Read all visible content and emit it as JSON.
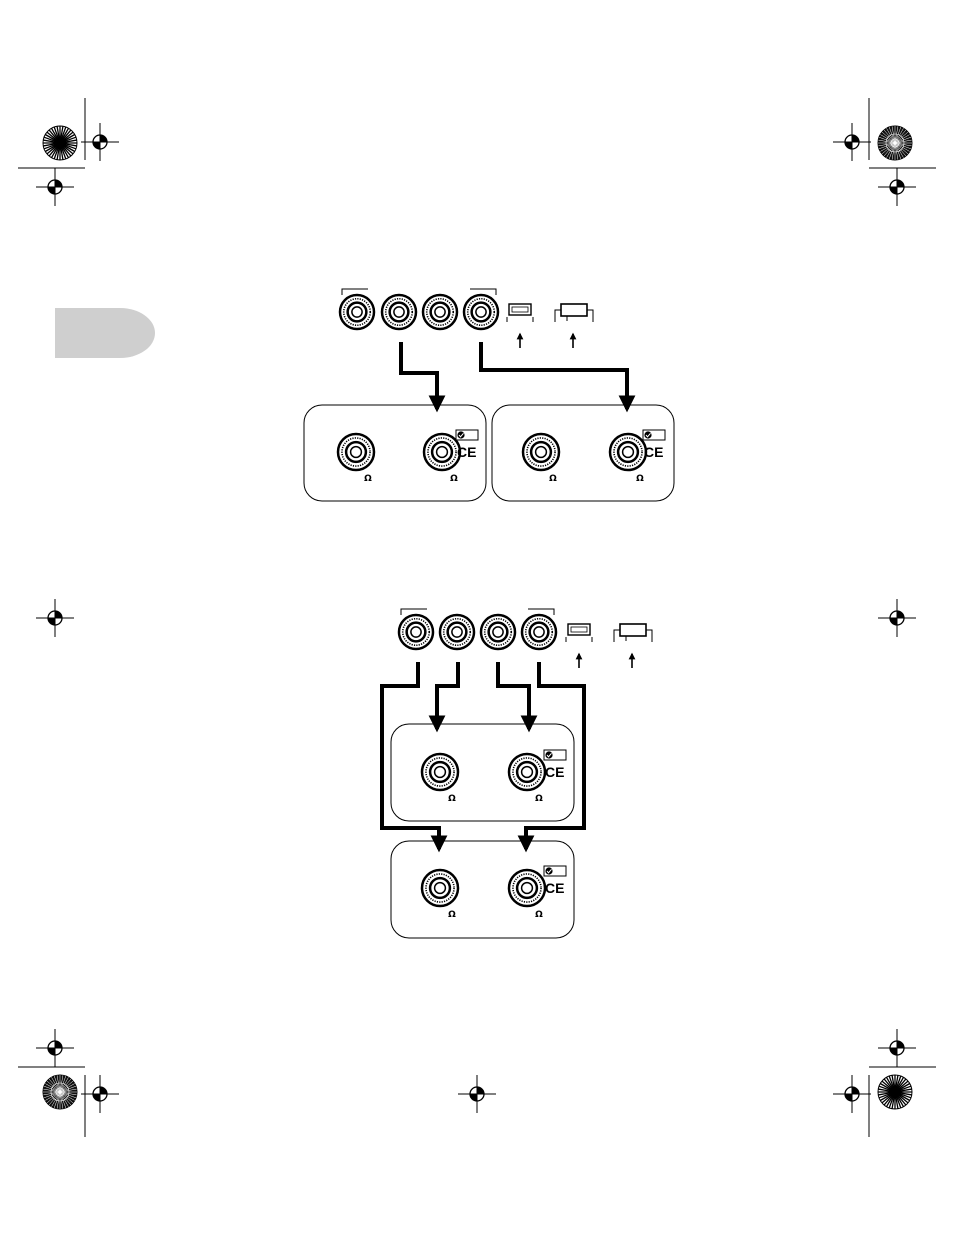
{
  "page": {
    "background": "#ffffff",
    "ink": "#000000",
    "tab_color": "#cfcfcf"
  },
  "diagrams": [
    {
      "name": "two-cabinet-connection",
      "amp_outputs": 4,
      "switches": [
        "selector-switch-small",
        "selector-switch-wide"
      ],
      "cabinets": 2,
      "cables": 2,
      "jack_mark": "Ω",
      "cert_mark": "CE"
    },
    {
      "name": "stacked-cabinet-connection",
      "amp_outputs": 4,
      "switches": [
        "selector-switch-small",
        "selector-switch-wide"
      ],
      "cabinets": 2,
      "cables": 4,
      "jack_mark": "Ω",
      "cert_mark": "CE"
    }
  ],
  "icons": {
    "registration": "crosshair-registration-icon",
    "color_target": "starburst-target-icon"
  }
}
